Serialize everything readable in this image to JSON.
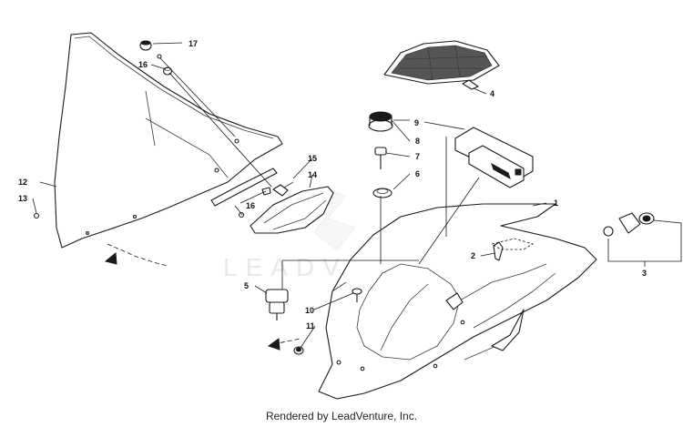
{
  "callouts": {
    "c1": "1",
    "c2": "2",
    "c3": "3",
    "c4": "4",
    "c5": "5",
    "c6": "6",
    "c7": "7",
    "c8": "8",
    "c9": "9",
    "c10": "10",
    "c11": "11",
    "c12": "12",
    "c13": "13",
    "c14": "14",
    "c15": "15",
    "c16a": "16",
    "c16b": "16",
    "c17": "17"
  },
  "watermark": "LEADVENTURE",
  "credit": "Rendered by LeadVenture, Inc."
}
